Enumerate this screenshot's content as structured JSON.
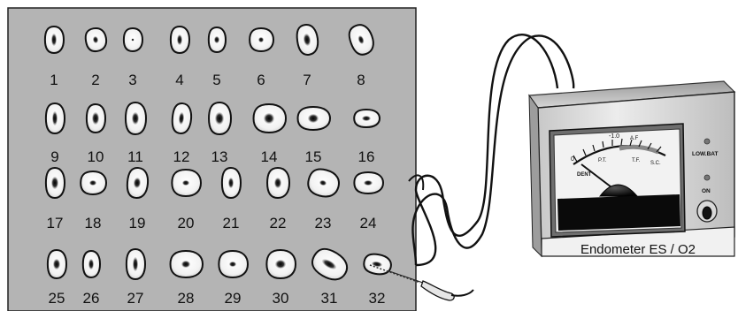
{
  "tooth_labels": [
    "1",
    "2",
    "3",
    "4",
    "5",
    "6",
    "7",
    "8",
    "9",
    "10",
    "11",
    "12",
    "13",
    "14",
    "15",
    "16",
    "17",
    "18",
    "19",
    "20",
    "21",
    "22",
    "23",
    "24",
    "25",
    "26",
    "27",
    "28",
    "29",
    "30",
    "31",
    "32"
  ],
  "device": {
    "name_plate": "Endometer ES / O2",
    "low_bat_label": "LOW.BAT",
    "on_label": "ON",
    "scale_labels": {
      "zero": "0",
      "top": "-1.0",
      "af": "A.F",
      "pt": "P.T.",
      "tf": "T.F.",
      "sc": "S.C.",
      "dent": "DENT"
    }
  },
  "colors": {
    "board": "#b4b4b4",
    "device_body": "#e2e2e2",
    "meter_window": "#f2f2f2",
    "display": "#0a0a0a"
  }
}
